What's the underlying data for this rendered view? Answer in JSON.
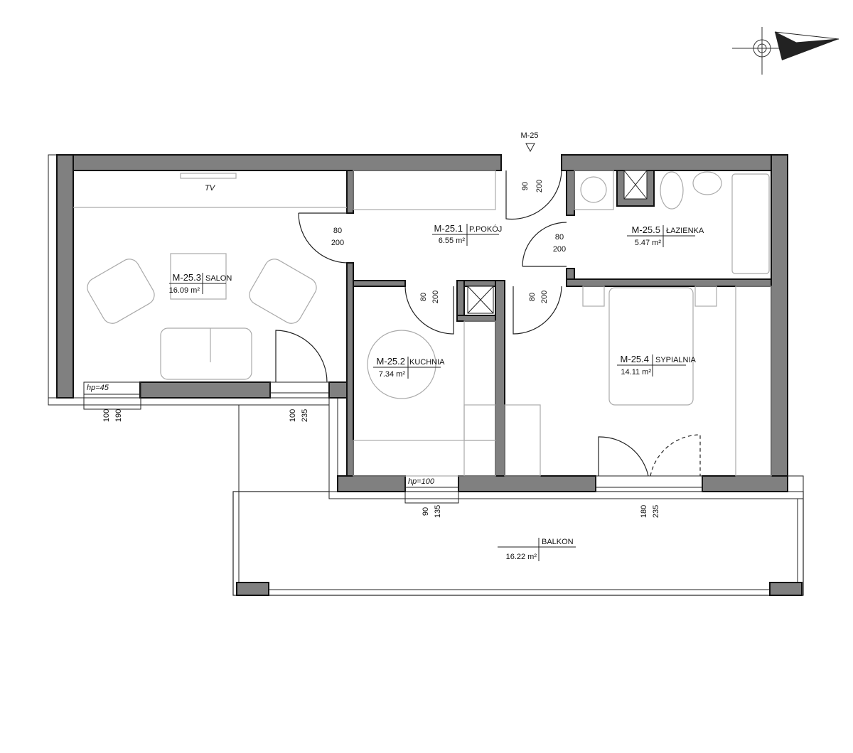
{
  "plan": {
    "entrance_label": "M-25",
    "tv_label": "TV",
    "rooms": [
      {
        "id": "M-25.1",
        "name": "P.POKÓJ",
        "area": "6.55 m²"
      },
      {
        "id": "M-25.2",
        "name": "KUCHNIA",
        "area": "7.34 m²"
      },
      {
        "id": "M-25.3",
        "name": "SALON",
        "area": "16.09 m²"
      },
      {
        "id": "M-25.4",
        "name": "SYPIALNIA",
        "area": "14.11 m²"
      },
      {
        "id": "M-25.5",
        "name": "ŁAZIENKA",
        "area": "5.47 m²"
      },
      {
        "id": "",
        "name": "BALKON",
        "area": "16.22 m²"
      }
    ],
    "doors": [
      {
        "w": "90",
        "h": "200"
      },
      {
        "w": "80",
        "h": "200"
      },
      {
        "w": "80",
        "h": "200"
      },
      {
        "w": "80",
        "h": "200"
      },
      {
        "w": "80",
        "h": "200"
      }
    ],
    "windows": [
      {
        "w": "100",
        "h": "190",
        "note": "hp=45"
      },
      {
        "w": "100",
        "h": "235"
      },
      {
        "w": "90",
        "h": "135",
        "note": "hp=100"
      },
      {
        "w": "180",
        "h": "235"
      }
    ]
  },
  "icons": {
    "compass": "north-arrow-icon"
  }
}
